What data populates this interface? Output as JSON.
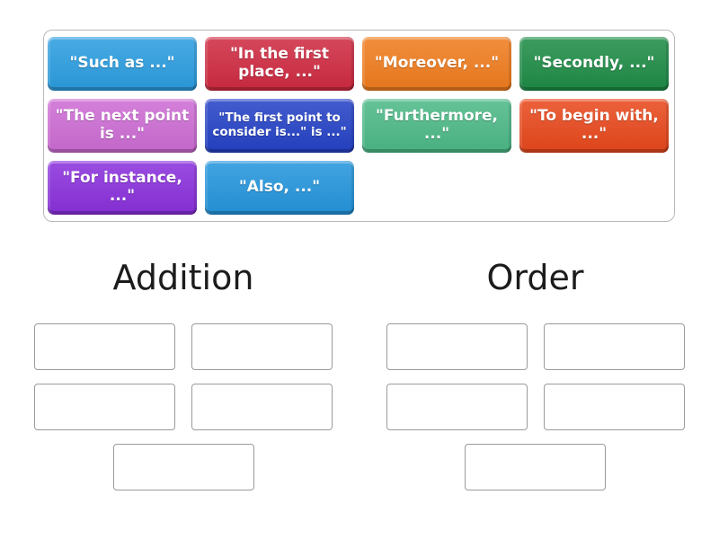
{
  "word_bank": {
    "tiles": [
      {
        "label": "\"Such as ...\"",
        "color": "#2b9de0",
        "small": false
      },
      {
        "label": "\"In the first place, ...\"",
        "color": "#cf2a41",
        "small": false
      },
      {
        "label": "\"Moreover, ...\"",
        "color": "#f07c1e",
        "small": false
      },
      {
        "label": "\"Secondly, ...\"",
        "color": "#1e8c46",
        "small": false
      },
      {
        "label": "\"The next point is ...\"",
        "color": "#cd6cd4",
        "small": false
      },
      {
        "label": "\"The first point to consider is...\" is ...\"",
        "color": "#2542c6",
        "small": true
      },
      {
        "label": "\"Furthermore, ...\"",
        "color": "#4cb987",
        "small": false
      },
      {
        "label": "\"To begin with, ...\"",
        "color": "#e8481c",
        "small": false
      },
      {
        "label": "\"For instance, ...\"",
        "color": "#8a30dc",
        "small": false
      },
      {
        "label": "\"Also, ...\"",
        "color": "#2495dc",
        "small": false
      }
    ]
  },
  "categories": [
    {
      "title": "Addition",
      "slot_count": 5
    },
    {
      "title": "Order",
      "slot_count": 5
    }
  ],
  "ui_colors": {
    "bank_border": "#b9b9b9",
    "slot_border": "#9b9b9b",
    "heading_text": "#1c1c1c",
    "tile_text": "#ffffff",
    "background": "#ffffff"
  }
}
